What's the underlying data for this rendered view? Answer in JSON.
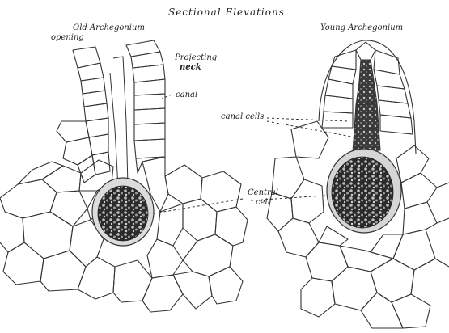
{
  "figure": {
    "title": "Sectional Elevations",
    "labels": {
      "old_archegonium_line1": "Old Archegonium",
      "old_archegonium_line2": "opening",
      "young_archegonium": "Young Archegonium",
      "projecting_neck_line1": "Projecting",
      "projecting_neck_line2": "neck",
      "canal": "canal",
      "canal_cells": "canal cells",
      "central_cell_line1": "Central",
      "central_cell_line2": "cell"
    }
  }
}
